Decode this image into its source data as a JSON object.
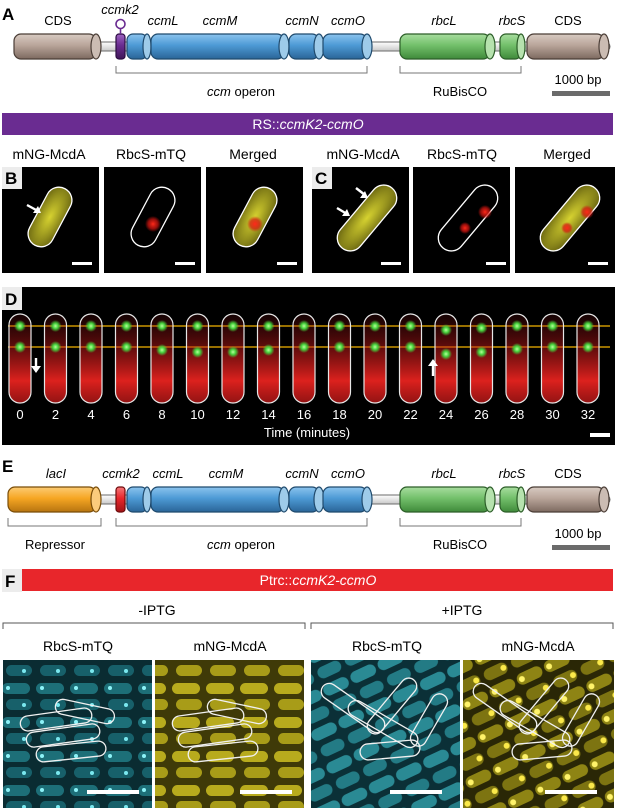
{
  "panelA": {
    "letter": "A",
    "genes": [
      "CDS",
      "ccmk2",
      "ccmL",
      "ccmM",
      "ccmN",
      "ccmO",
      "rbcL",
      "rbcS",
      "CDS"
    ],
    "operon_label": "operon",
    "operon_italic": "ccm",
    "rubisco_label": "RuBisCO",
    "scale_label": "1000 bp"
  },
  "rs_bar": {
    "prefix": "RS::",
    "gene": "ccmK2-ccmO",
    "color": "#6a2c91"
  },
  "panelB": {
    "letter": "B",
    "channels": [
      "mNG-McdA",
      "RbcS-mTQ",
      "Merged"
    ]
  },
  "panelC": {
    "letter": "C",
    "channels": [
      "mNG-McdA",
      "RbcS-mTQ",
      "Merged"
    ]
  },
  "panelD": {
    "letter": "D",
    "times": [
      "0",
      "2",
      "4",
      "6",
      "8",
      "10",
      "12",
      "14",
      "16",
      "18",
      "20",
      "22",
      "24",
      "26",
      "28",
      "30",
      "32"
    ],
    "axis_label": "Time (minutes)"
  },
  "panelE": {
    "letter": "E",
    "genes": [
      "lacI",
      "ccmk2",
      "ccmL",
      "ccmM",
      "ccmN",
      "ccmO",
      "rbcL",
      "rbcS",
      "CDS"
    ],
    "repressor_label": "Repressor",
    "operon_label": "operon",
    "operon_italic": "ccm",
    "rubisco_label": "RuBisCO",
    "scale_label": "1000 bp"
  },
  "ptrc_bar": {
    "prefix": "Ptrc::",
    "gene": "ccmK2-ccmO",
    "color": "#e8262b"
  },
  "panelF": {
    "letter": "F",
    "conditions": [
      "-IPTG",
      "+IPTG"
    ],
    "channels": [
      "RbcS-mTQ",
      "mNG-McdA",
      "RbcS-mTQ",
      "mNG-McdA"
    ]
  },
  "colors": {
    "cds_brown": "#b9a59a",
    "ccm_blue": "#4d9ad5",
    "ccmk2_purple": "#6a2c91",
    "ccmk2_red": "#e8262b",
    "rbc_green": "#73c06b",
    "laci_orange": "#f6a623",
    "mNG_yellow": "#e6e23a",
    "mTQ_cyan": "#3fb6bf",
    "focus_green": "#45d23c",
    "carboxysome_red": "#e2201c"
  }
}
